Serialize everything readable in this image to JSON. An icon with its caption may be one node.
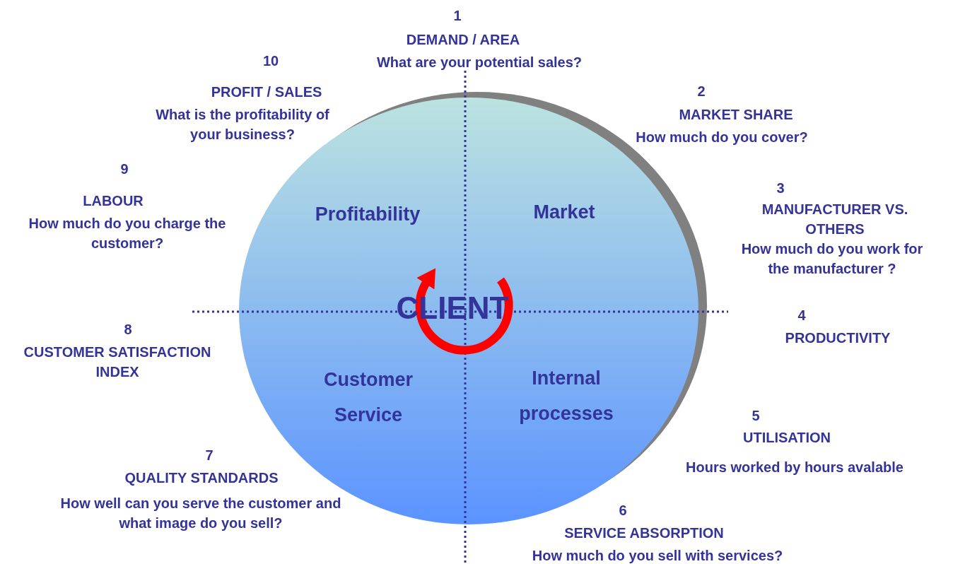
{
  "diagram": {
    "nodes": [
      {
        "text": [
          "Profitability",
          "Market",
          "CLIENT",
          "Customer Service",
          "Internal processes"
        ]
      }
    ],
    "edges": [],
    "labels": [
      "1",
      "DEMAND / AREA",
      "What are your potential sales?",
      "2",
      "MARKET SHARE",
      "How much do you cover?",
      "3",
      "MANUFACTURER VS. OTHERS",
      "How much do you work for the manufacturer ?",
      "4",
      "PRODUCTIVITY",
      "5",
      "UTILISATION",
      "Hours worked by hours avalable",
      "6",
      "SERVICE ABSORPTION",
      "How much do you sell with services?",
      "7",
      "QUALITY STANDARDS",
      "How well can you serve the customer and what image do you sell?",
      "8",
      "CUSTOMER SATISFACTION INDEX",
      "9",
      "LABOUR",
      "How much do you charge the customer?",
      "10",
      "PROFIT / SALES",
      "What is the profitability of your business?"
    ]
  }
}
